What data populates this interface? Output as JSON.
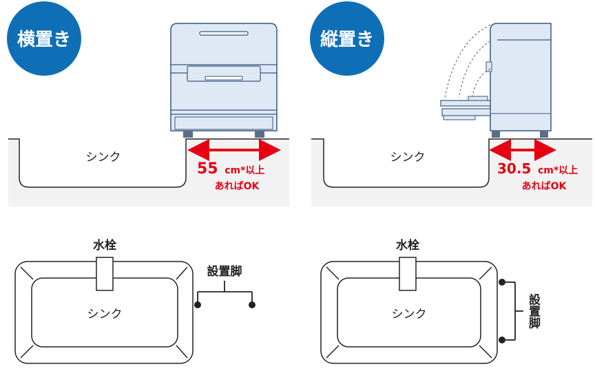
{
  "colors": {
    "badge": "#0f6fb6",
    "arrow": "#e60012",
    "counter": "#f2f2f3",
    "appliance_fill": "#dfe9f6",
    "appliance_stroke": "#38567a",
    "line": "#222222"
  },
  "horizontal": {
    "badge": "横置き",
    "sink_label": "シンク",
    "value": "55",
    "unit": "cm*以上",
    "note": "あればOK",
    "faucet_label": "水栓",
    "plan_sink_label": "シンク",
    "legs_label": "設置脚"
  },
  "vertical": {
    "badge": "縦置き",
    "sink_label": "シンク",
    "value": "30.5",
    "unit": "cm*以上",
    "note": "あればOK",
    "faucet_label": "水栓",
    "plan_sink_label": "シンク",
    "legs_label": "設置脚"
  }
}
